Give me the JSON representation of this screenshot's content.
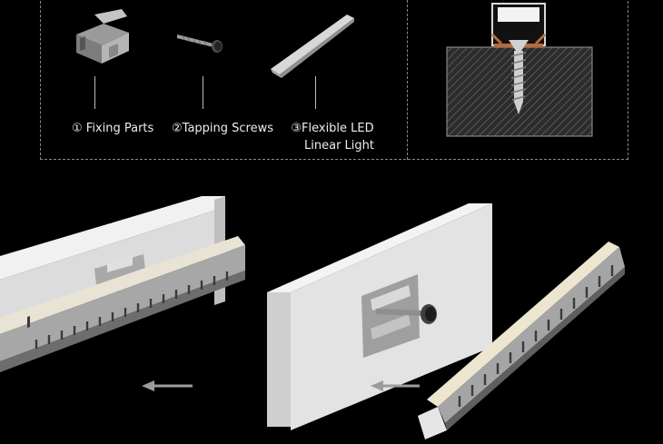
{
  "legend": {
    "items": [
      {
        "label": "① Fixing Parts"
      },
      {
        "label": "②Tapping Screws"
      },
      {
        "label": "③Flexible LED",
        "label_line2": "Linear Light"
      }
    ]
  },
  "colors": {
    "background": "#000000",
    "dashed_border": "#8a8a8a",
    "wall": "#e9e9e9",
    "led_channel": "#c9c9c9",
    "cross_section_bracket": "#b86a3a"
  },
  "icons": {
    "fixing_part": "metal-clip-icon",
    "screw": "screw-icon",
    "led_strip": "led-strip-icon",
    "arrow": "arrow-left-icon"
  }
}
